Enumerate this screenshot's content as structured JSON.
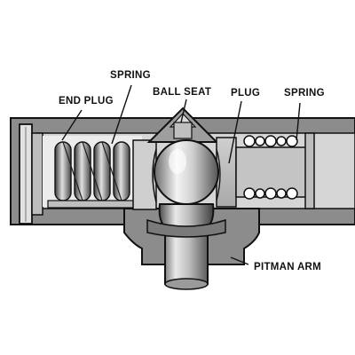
{
  "diagram": {
    "labels": {
      "end_plug": "END PLUG",
      "spring_left": "SPRING",
      "ball_seat": "BALL SEAT",
      "plug": "PLUG",
      "spring_right": "SPRING",
      "pitman_arm": "PITMAN ARM"
    },
    "colors": {
      "housing": "#8c8c8c",
      "bore": "#d6d6d6",
      "bore_inner": "#ececec",
      "outline": "#111111",
      "metal_light": "#efefef",
      "metal_mid": "#a8a8a8",
      "metal_dark": "#4a4a4a"
    }
  }
}
